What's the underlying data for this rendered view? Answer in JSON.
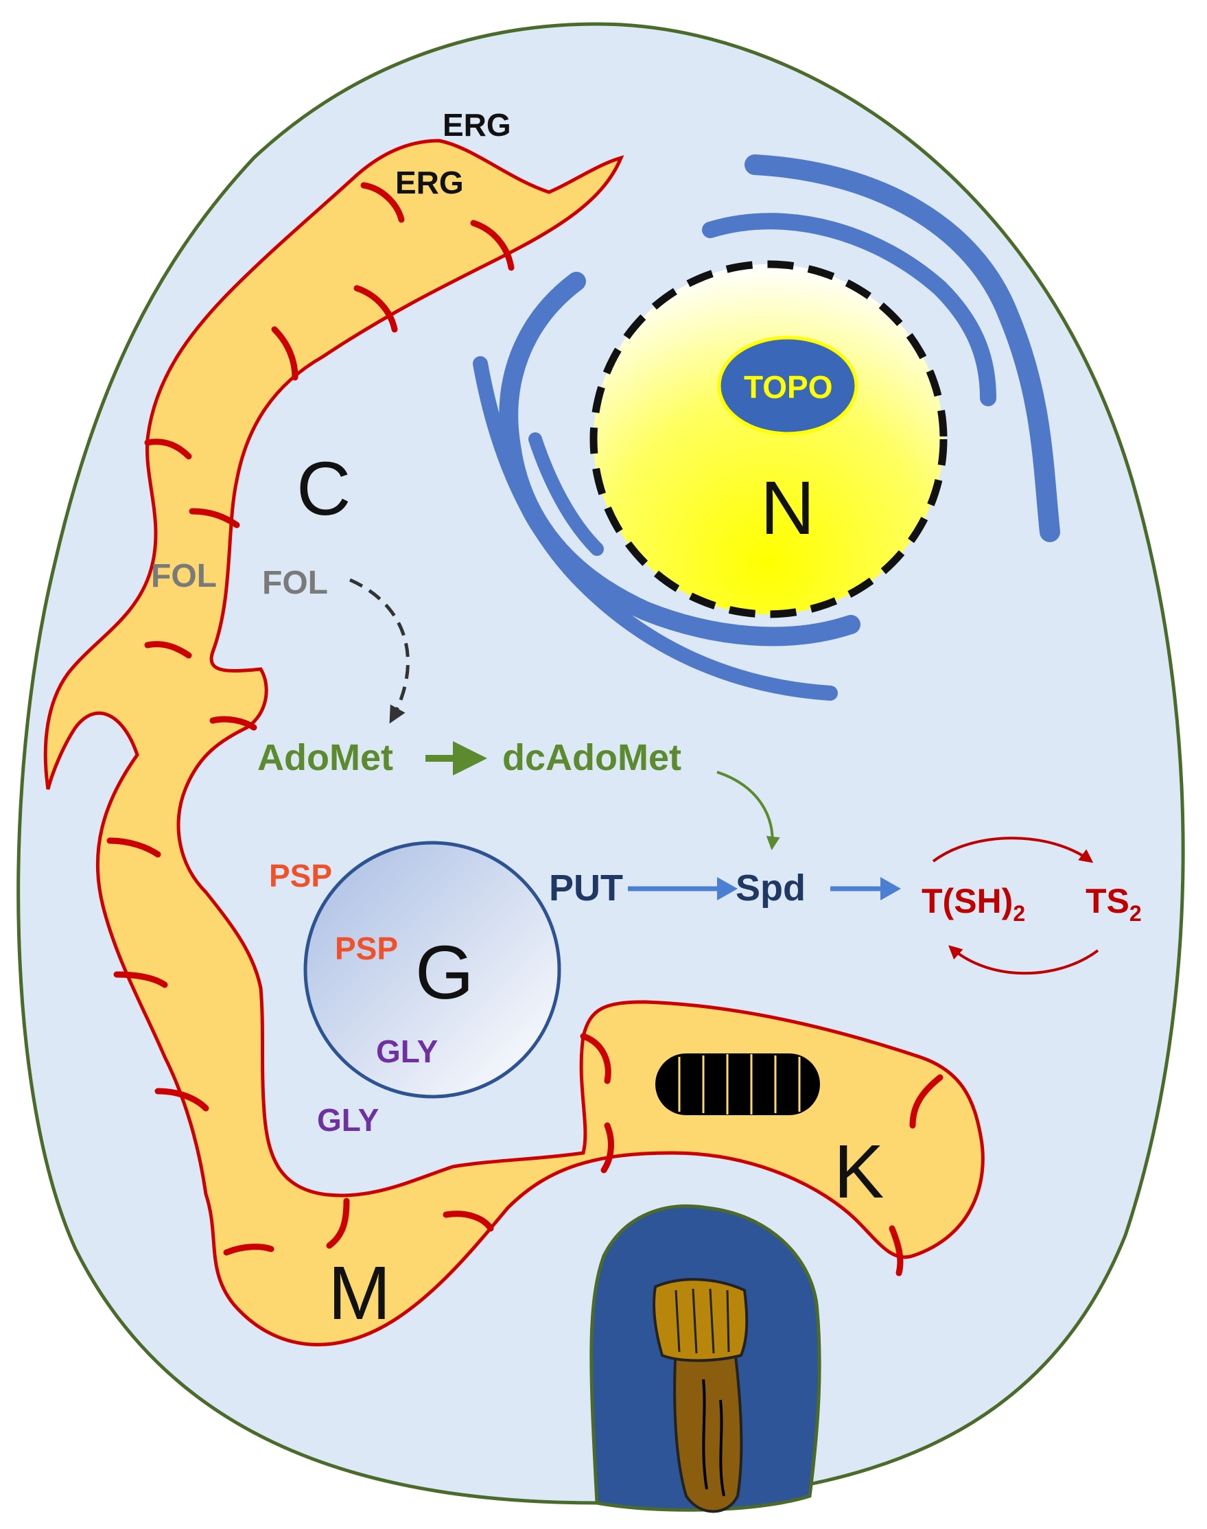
{
  "colors": {
    "cell_fill": "#dce8f5",
    "cell_stroke": "#4a6b2a",
    "mito_fill": "#fdd870",
    "mito_stroke": "#cc0000",
    "er_fill": "#4f79c8",
    "nucleus_fill": "#ffff00",
    "topo_fill": "#3b67b8",
    "topo_text": "#ffff00",
    "glycosome_stroke": "#2d5393",
    "text_grey": "#7a7a7a",
    "text_green": "#5b8a2f",
    "text_navy": "#1f3864",
    "text_red": "#c00000",
    "text_orange": "#f0502a",
    "text_purple": "#7030a0",
    "arrow_blue": "#4a7fd4",
    "flagellar_pocket": "#2e5597",
    "flagellum": "#8a5d0f",
    "flagellum_base": "#b8860b"
  },
  "labels": {
    "erg_outer": "ERG",
    "erg_inner": "ERG",
    "cytosol": "C",
    "nucleus": "N",
    "topo": "TOPO",
    "fol_mito": "FOL",
    "fol_cyto": "FOL",
    "adomet": "AdoMet",
    "dcadomet": "dcAdoMet",
    "psp_outer": "PSP",
    "psp_inner": "PSP",
    "glycosome": "G",
    "gly_inner": "GLY",
    "gly_outer": "GLY",
    "put": "PUT",
    "spd": "Spd",
    "tsh_main": "T(SH)",
    "tsh_sub": "2",
    "ts_main": "TS",
    "ts_sub": "2",
    "kinetoplast": "K",
    "mitochondrion": "M"
  }
}
